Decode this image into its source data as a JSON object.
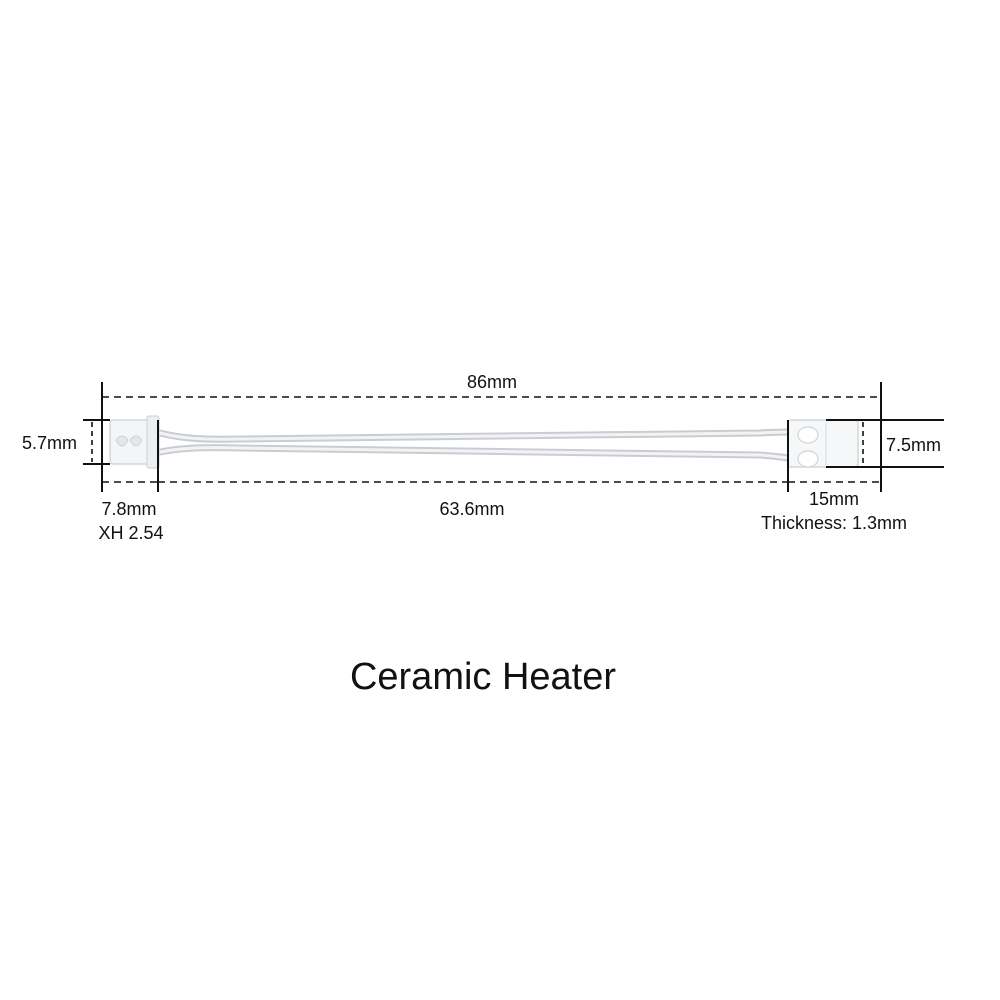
{
  "title": "Ceramic Heater",
  "dimensions": {
    "overall_length": "86mm",
    "wire_length": "63.6mm",
    "connector_height": "5.7mm",
    "connector_width": "7.8mm",
    "connector_type": "XH 2.54",
    "heater_height": "7.5mm",
    "heater_length": "15mm",
    "heater_thickness": "Thickness: 1.3mm"
  },
  "colors": {
    "line": "#111111",
    "wire": "#c9cdd2",
    "wire_highlight": "#f2f3f5",
    "connector": "#f4f5f7",
    "heater": "#f6f7f8",
    "background": "#ffffff"
  }
}
